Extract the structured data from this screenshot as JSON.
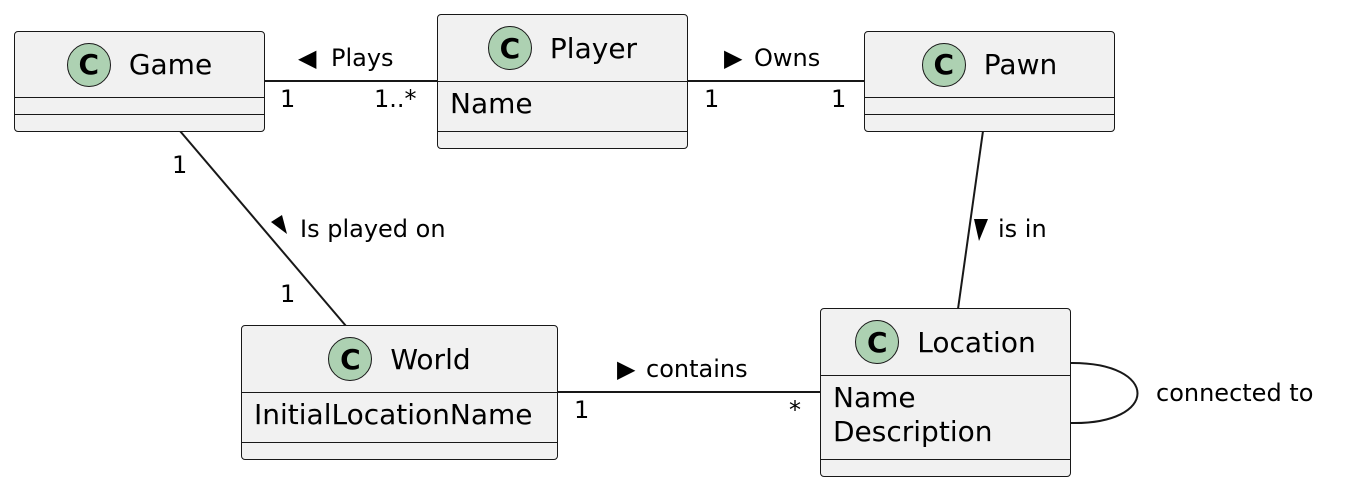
{
  "classes": {
    "game": {
      "icon": "C",
      "name": "Game",
      "attributes": []
    },
    "player": {
      "icon": "C",
      "name": "Player",
      "attributes": [
        "Name"
      ]
    },
    "pawn": {
      "icon": "C",
      "name": "Pawn",
      "attributes": []
    },
    "world": {
      "icon": "C",
      "name": "World",
      "attributes": [
        "InitialLocationName"
      ]
    },
    "location": {
      "icon": "C",
      "name": "Location",
      "attributes": [
        "Name",
        "Description"
      ]
    }
  },
  "associations": {
    "game_player": {
      "arrow": "◀",
      "label": "Plays",
      "from_mult": "1",
      "to_mult": "1..*"
    },
    "player_pawn": {
      "arrow": "▶",
      "label": "Owns",
      "from_mult": "1",
      "to_mult": "1"
    },
    "game_world": {
      "label": "Is played on",
      "from_mult": "1",
      "to_mult": "1"
    },
    "pawn_location": {
      "label": "is in"
    },
    "world_location": {
      "arrow": "▶",
      "label": "contains",
      "from_mult": "1",
      "to_mult": "*"
    },
    "location_self": {
      "label": "connected to"
    }
  }
}
